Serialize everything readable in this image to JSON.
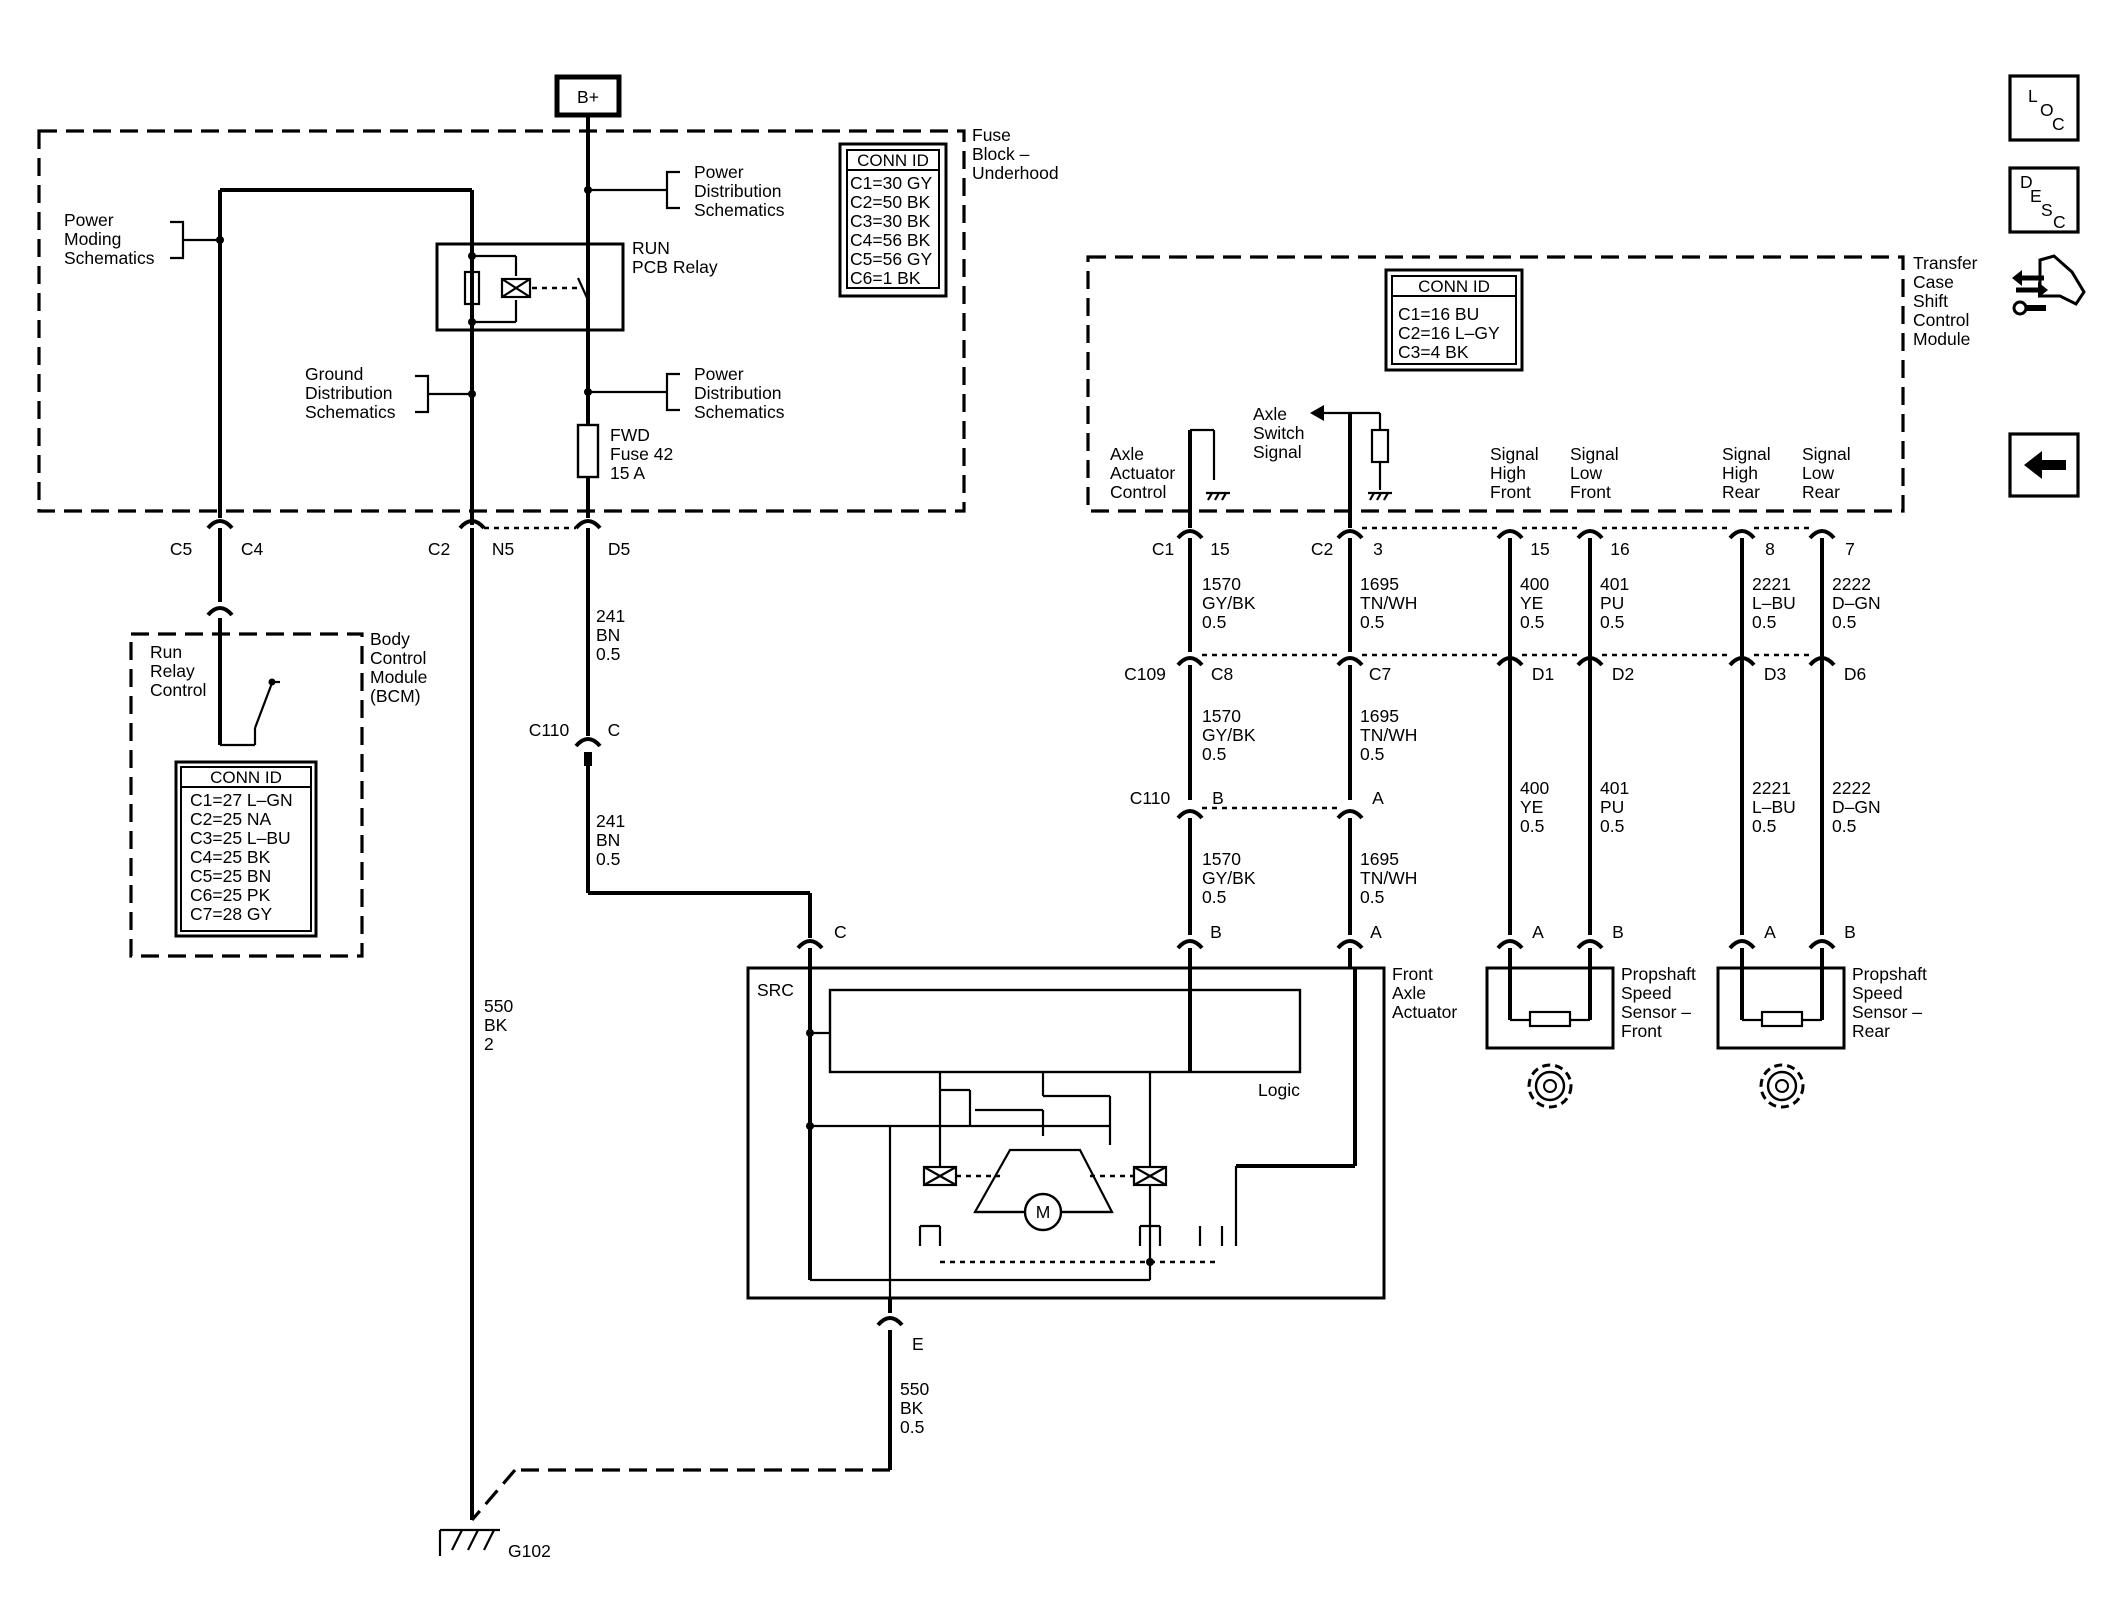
{
  "modules": {
    "fuse_block": [
      "Fuse",
      "Block –",
      "Underhood"
    ],
    "bcm": [
      "Body",
      "Control",
      "Module",
      "(BCM)"
    ],
    "tccm": [
      "Transfer",
      "Case",
      "Shift",
      "Control",
      "Module"
    ],
    "front_axle": [
      "Front",
      "Axle",
      "Actuator"
    ],
    "sensor_front": [
      "Propshaft",
      "Speed",
      "Sensor –",
      "Front"
    ],
    "sensor_rear": [
      "Propshaft",
      "Speed",
      "Sensor –",
      "Rear"
    ]
  },
  "power": {
    "battery": "B+"
  },
  "references": {
    "power_moding": [
      "Power",
      "Moding",
      "Schematics"
    ],
    "power_dist_1": [
      "Power",
      "Distribution",
      "Schematics"
    ],
    "power_dist_2": [
      "Power",
      "Distribution",
      "Schematics"
    ],
    "ground_dist": [
      "Ground",
      "Distribution",
      "Schematics"
    ]
  },
  "components": {
    "relay": [
      "RUN",
      "PCB Relay"
    ],
    "fuse": [
      "FWD",
      "Fuse 42",
      "15 A"
    ],
    "run_relay_control": [
      "Run",
      "Relay",
      "Control"
    ],
    "axle_actuator_control": [
      "Axle",
      "Actuator",
      "Control"
    ],
    "axle_switch_signal": [
      "Axle",
      "Switch",
      "Signal"
    ],
    "signal_high_front": [
      "Signal",
      "High",
      "Front"
    ],
    "signal_low_front": [
      "Signal",
      "Low",
      "Front"
    ],
    "signal_high_rear": [
      "Signal",
      "High",
      "Rear"
    ],
    "signal_low_rear": [
      "Signal",
      "Low",
      "Rear"
    ],
    "src": "SRC",
    "logic": "Logic",
    "motor": "M"
  },
  "conn_tables": {
    "fuse_block": {
      "header": "CONN ID",
      "rows": [
        "C1=30 GY",
        "C2=50 BK",
        "C3=30 BK",
        "C4=56 BK",
        "C5=56 GY",
        "C6=1 BK"
      ]
    },
    "tccm": {
      "header": "CONN ID",
      "rows": [
        "C1=16 BU",
        "C2=16 L–GY",
        "C3=4 BK"
      ]
    },
    "bcm": {
      "header": "CONN ID",
      "rows": [
        "C1=27 L–GN",
        "C2=25 NA",
        "C3=25 L–BU",
        "C4=25 BK",
        "C5=25 BN",
        "C6=25 PK",
        "C7=28 GY"
      ]
    }
  },
  "connectors": {
    "fb_c5": "C5",
    "fb_c4": "C4",
    "fb_c2": "C2",
    "fb_n5": "N5",
    "fb_d5": "D5",
    "c110_1": "C110",
    "c110_1_pin": "C",
    "actuator_c": "C",
    "actuator_e": "E",
    "tccm_c1": "C1",
    "tccm_c1_pin": "15",
    "tccm_c2": "C2",
    "tccm_c2_pin": "3",
    "tccm_pin_15": "15",
    "tccm_pin_16": "16",
    "tccm_pin_8": "8",
    "tccm_pin_7": "7",
    "c109": "C109",
    "c109_c8": "C8",
    "c109_c7": "C7",
    "c109_d1": "D1",
    "c109_d2": "D2",
    "c109_d3": "D3",
    "c109_d6": "D6",
    "c110_2": "C110",
    "c110_2_b": "B",
    "c110_2_a": "A",
    "actuator_b": "B",
    "actuator_a": "A",
    "sf_a": "A",
    "sf_b": "B",
    "sr_a": "A",
    "sr_b": "B",
    "ground": "G102"
  },
  "wires": {
    "w241_top": [
      "241",
      "BN",
      "0.5"
    ],
    "w241_bot": [
      "241",
      "BN",
      "0.5"
    ],
    "w550_top": [
      "550",
      "BK",
      "2"
    ],
    "w550_bot": [
      "550",
      "BK",
      "0.5"
    ],
    "w1570_1": [
      "1570",
      "GY/BK",
      "0.5"
    ],
    "w1570_2": [
      "1570",
      "GY/BK",
      "0.5"
    ],
    "w1570_3": [
      "1570",
      "GY/BK",
      "0.5"
    ],
    "w1695_1": [
      "1695",
      "TN/WH",
      "0.5"
    ],
    "w1695_2": [
      "1695",
      "TN/WH",
      "0.5"
    ],
    "w1695_3": [
      "1695",
      "TN/WH",
      "0.5"
    ],
    "w400_1": [
      "400",
      "YE",
      "0.5"
    ],
    "w400_2": [
      "400",
      "YE",
      "0.5"
    ],
    "w401_1": [
      "401",
      "PU",
      "0.5"
    ],
    "w401_2": [
      "401",
      "PU",
      "0.5"
    ],
    "w2221_1": [
      "2221",
      "L–BU",
      "0.5"
    ],
    "w2221_2": [
      "2221",
      "L–BU",
      "0.5"
    ],
    "w2222_1": [
      "2222",
      "D–GN",
      "0.5"
    ],
    "w2222_2": [
      "2222",
      "D–GN",
      "0.5"
    ]
  },
  "nav": {
    "loc": [
      "L",
      "O",
      "C"
    ],
    "desc": [
      "D",
      "E",
      "S",
      "C"
    ]
  },
  "icons": [
    "loc-icon",
    "desc-icon",
    "connector-tool-icon",
    "back-arrow-icon",
    "ground-icon",
    "motor-icon",
    "gear-icon"
  ]
}
